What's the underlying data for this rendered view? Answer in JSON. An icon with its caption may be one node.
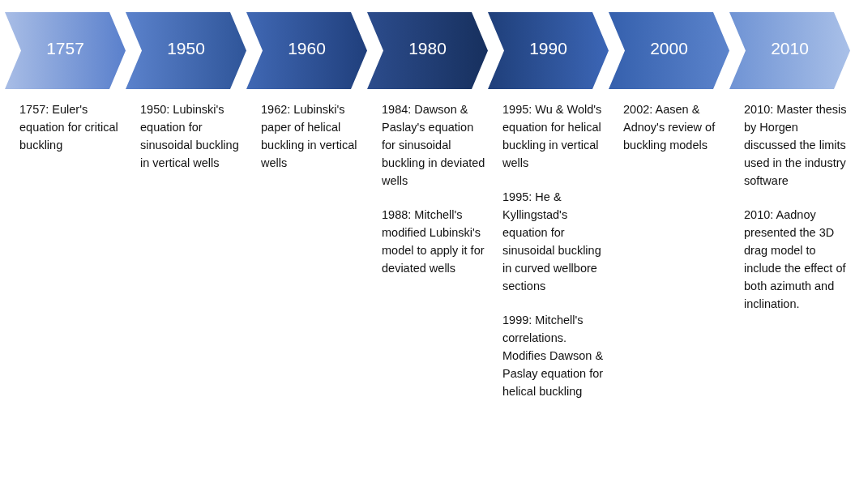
{
  "diagram": {
    "nodes": [
      {
        "text": [
          "1757"
        ],
        "beside": [
          "1757: Euler's equation for critical buckling"
        ]
      },
      {
        "text": [
          "1950"
        ],
        "beside": [
          "1950: Lubinski's equation for sinusoidal buckling in vertical wells"
        ]
      },
      {
        "text": [
          "1960"
        ],
        "beside": [
          "1962: Lubinski's paper of helical buckling in vertical wells"
        ]
      },
      {
        "text": [
          "1980"
        ],
        "beside": [
          "1984: Dawson & Paslay's equation for sinusoidal buckling in deviated wells",
          "1988: Mitchell's modified Lubinski's model to apply it for deviated wells"
        ]
      },
      {
        "text": [
          "1990"
        ],
        "beside": [
          "1995: Wu & Wold's equation for helical buckling in vertical wells",
          "1995: He & Kyllingstad's equation for sinusoidal buckling in curved wellbore sections",
          "1999: Mitchell's correlations. Modifies Dawson & Paslay equation for helical buckling"
        ]
      },
      {
        "text": [
          "2000"
        ],
        "beside": [
          "2002: Aasen & Adnoy's review of buckling models"
        ]
      },
      {
        "text": [
          "2010"
        ],
        "beside": [
          "2010: Master thesis by Horgen discussed the limits used in the industry software",
          "2010: Aadnoy presented the 3D drag model to include the effect of both azimuth and inclination."
        ]
      }
    ]
  }
}
